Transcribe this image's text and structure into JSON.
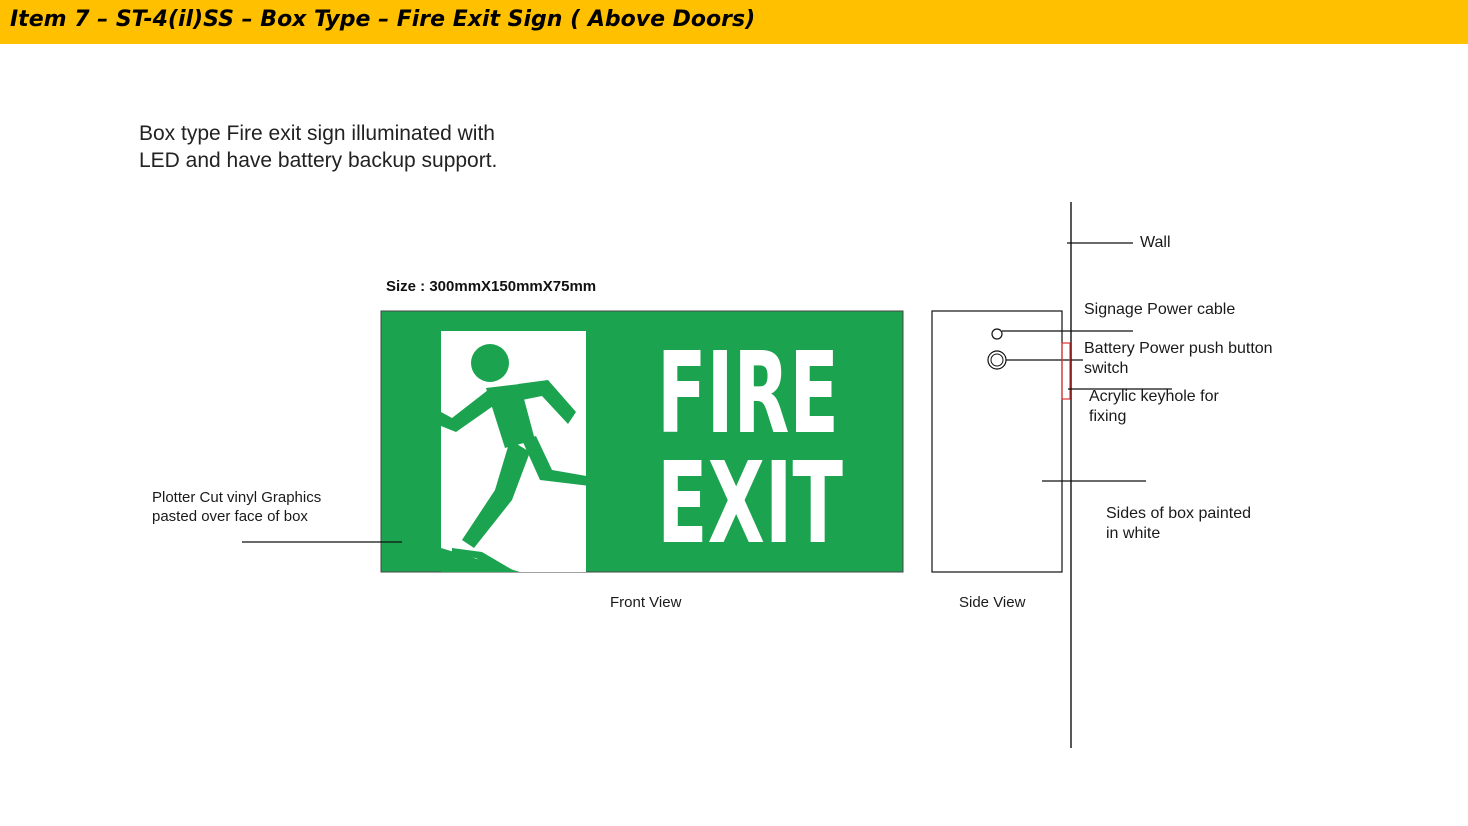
{
  "header": {
    "title": "Item 7 – ST-4(il)SS – Box Type – Fire Exit Sign ( Above Doors)",
    "background": "#FFC000"
  },
  "description": {
    "line1": "Box type Fire exit sign illuminated with",
    "line2": "LED and have battery backup support."
  },
  "size_label": "Size : 300mmX150mmX75mm",
  "sign": {
    "line1": "FIRE",
    "line2": "EXIT",
    "background": "#1BA34F",
    "foreground": "#FFFFFF",
    "icon": "running-man-exit-icon"
  },
  "labels": {
    "plotter_line1": "Plotter Cut vinyl Graphics",
    "plotter_line2": "pasted over face of box",
    "wall": "Wall",
    "power_cable": "Signage Power cable",
    "battery_line1": "Battery Power push button",
    "battery_line2": "switch",
    "keyhole_line1": "Acrylic keyhole for",
    "keyhole_line2": "fixing",
    "sides_line1": "Sides of box painted",
    "sides_line2": "in white",
    "front_view": "Front View",
    "side_view": "Side View"
  },
  "colors": {
    "line": "#111111",
    "keyhole": "#E03030"
  }
}
